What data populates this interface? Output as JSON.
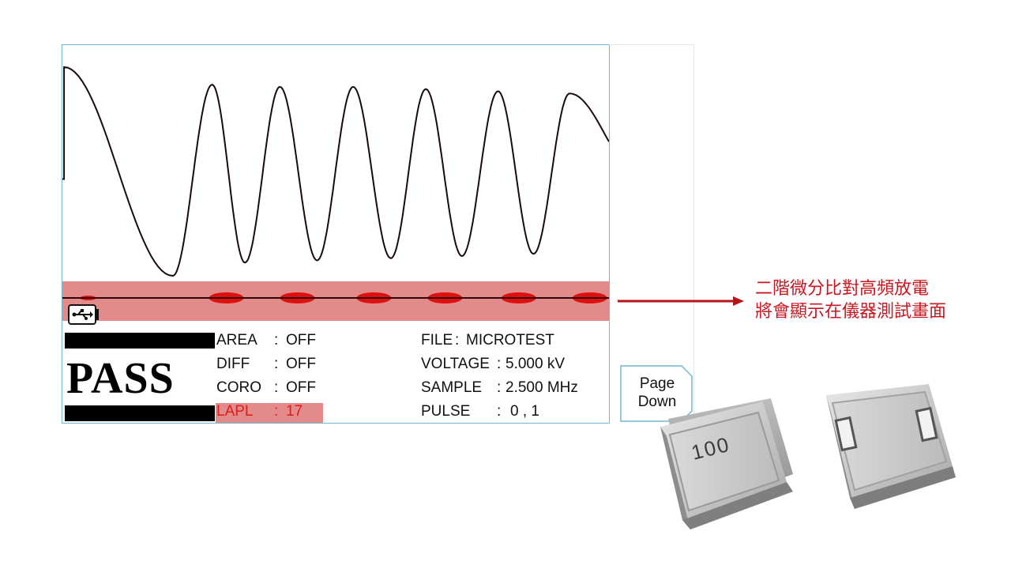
{
  "waveform": {
    "segments": [
      {
        "x0": 0.0,
        "x1": 0.173,
        "shape": "first"
      },
      {
        "x0": 0.173,
        "x1": 1.0,
        "shape": "oscillation"
      }
    ],
    "peaks": [
      {
        "t": 0.003,
        "level": 0.95
      },
      {
        "t": 0.274,
        "level": 0.87
      },
      {
        "t": 0.398,
        "level": 0.86
      },
      {
        "t": 0.532,
        "level": 0.86
      },
      {
        "t": 0.665,
        "level": 0.85
      },
      {
        "t": 0.797,
        "level": 0.84
      },
      {
        "t": 0.928,
        "level": 0.83
      }
    ],
    "troughs": [
      {
        "t": 0.202,
        "level": 0.0
      },
      {
        "t": 0.334,
        "level": 0.06
      },
      {
        "t": 0.466,
        "level": 0.07
      },
      {
        "t": 0.601,
        "level": 0.08
      },
      {
        "t": 0.731,
        "level": 0.09
      },
      {
        "t": 0.862,
        "level": 0.1
      }
    ],
    "line_color": "#1a0c0c"
  },
  "band": {
    "color": "#e38b8b",
    "bump_color": "#e01010",
    "bump_centers": [
      0.047,
      0.3,
      0.43,
      0.57,
      0.7,
      0.835,
      0.965
    ]
  },
  "usb_icon": "usb-icon",
  "status": {
    "result": "PASS",
    "area": {
      "label": "AREA",
      "sep": ":",
      "value": "OFF"
    },
    "diff": {
      "label": "DIFF",
      "sep": ":",
      "value": "OFF"
    },
    "coro": {
      "label": "CORO",
      "sep": ":",
      "value": "OFF"
    },
    "lapl": {
      "label": "LAPL",
      "sep": ":",
      "value": "17"
    }
  },
  "info": {
    "file": {
      "label": "FILE",
      "sep": ":",
      "value": "MICROTEST"
    },
    "voltage": {
      "label": "VOLTAGE",
      "sep": ":",
      "value": "5.000 kV"
    },
    "sample": {
      "label": "SAMPLE",
      "sep": ":",
      "value": "2.500 MHz"
    },
    "pulse": {
      "label": "PULSE",
      "sep": ":",
      "value": "0 , 1"
    }
  },
  "page_down": {
    "line1": "Page",
    "line2": "Down"
  },
  "annotation": {
    "line1": "二階微分比對高頻放電",
    "line2": "將會顯示在儀器測試畫面",
    "color": "#c8171f"
  },
  "inductor_marking": "100"
}
